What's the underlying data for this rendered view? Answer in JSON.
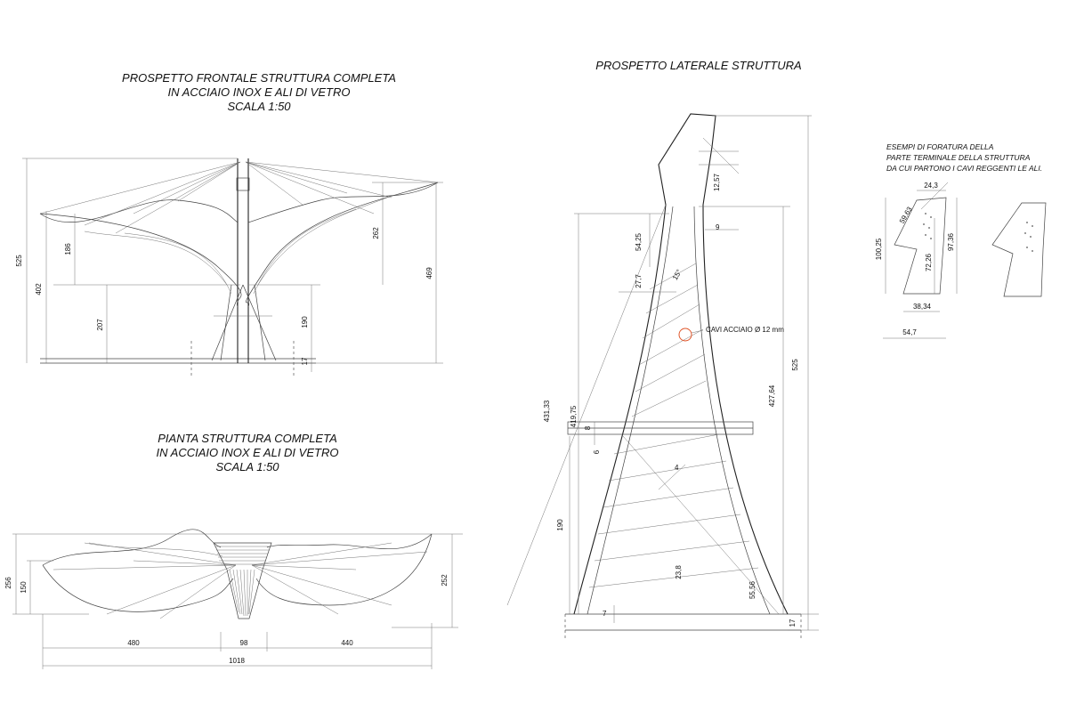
{
  "titles": {
    "front": [
      "PROSPETTO FRONTALE STRUTTURA COMPLETA",
      "IN ACCIAIO INOX E ALI DI VETRO",
      "SCALA 1:50"
    ],
    "side": "PROSPETTO LATERALE STRUTTURA",
    "plan": [
      "PIANTA STRUTTURA COMPLETA",
      "IN ACCIAIO INOX E ALI DI VETRO",
      "SCALA 1:50"
    ],
    "detail": [
      "ESEMPI DI FORATURA DELLA",
      "PARTE TERMINALE DELLA STRUTTURA",
      "DA CUI PARTONO I CAVI REGGENTI LE ALI."
    ]
  },
  "front_dims": {
    "d525": "525",
    "d402": "402",
    "d186": "186",
    "d207": "207",
    "d190": "190",
    "d17": "17",
    "d262": "262",
    "d469": "469"
  },
  "side_dims": {
    "d12_57": "12,57",
    "d9": "9",
    "d54_25": "54,25",
    "d15deg": "15°",
    "d27_7": "27,7",
    "d431_33": "431,33",
    "d419_75": "419,75",
    "d427_64": "427,64",
    "d525": "525",
    "d8": "8",
    "d6": "6",
    "d4": "4",
    "d190": "190",
    "d23_8": "23,8",
    "d55_56": "55,56",
    "d7": "7",
    "d17": "17",
    "cable_label": "CAVI ACCIAIO Ø 12 mm"
  },
  "plan_dims": {
    "d256": "256",
    "d150": "150",
    "d252": "252",
    "d480": "480",
    "d98": "98",
    "d440": "440",
    "d1018": "1018"
  },
  "detail_dims": {
    "d24_3": "24,3",
    "d59_63": "59,63",
    "d100_25": "100,25",
    "d97_36": "97,36",
    "d72_26": "72,26",
    "d38_34": "38,34",
    "d54_7": "54,7"
  },
  "colors": {
    "line": "#444444",
    "marker": "#e0562a"
  }
}
